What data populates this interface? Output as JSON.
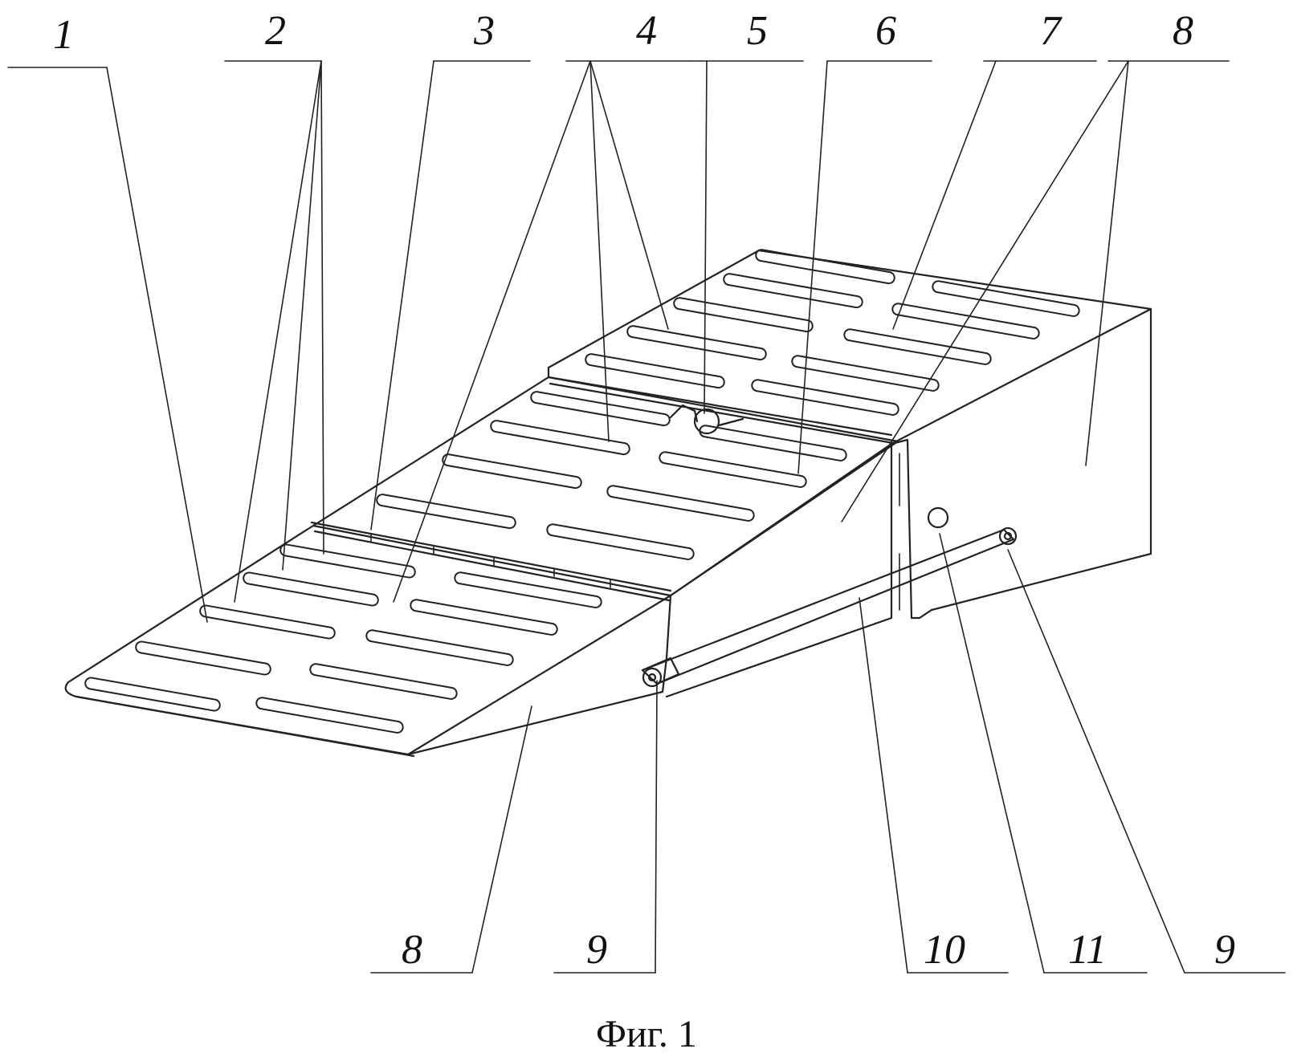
{
  "figure": {
    "caption": "Фиг. 1",
    "labels": [
      {
        "id": "top-1",
        "text": "1"
      },
      {
        "id": "top-2",
        "text": "2"
      },
      {
        "id": "top-3",
        "text": "3"
      },
      {
        "id": "top-4",
        "text": "4"
      },
      {
        "id": "top-5",
        "text": "5"
      },
      {
        "id": "top-6",
        "text": "6"
      },
      {
        "id": "top-7",
        "text": "7"
      },
      {
        "id": "top-8",
        "text": "8"
      },
      {
        "id": "bottom-8",
        "text": "8"
      },
      {
        "id": "bottom-9a",
        "text": "9"
      },
      {
        "id": "bottom-10",
        "text": "10"
      },
      {
        "id": "bottom-11",
        "text": "11"
      },
      {
        "id": "bottom-9b",
        "text": "9"
      }
    ]
  }
}
